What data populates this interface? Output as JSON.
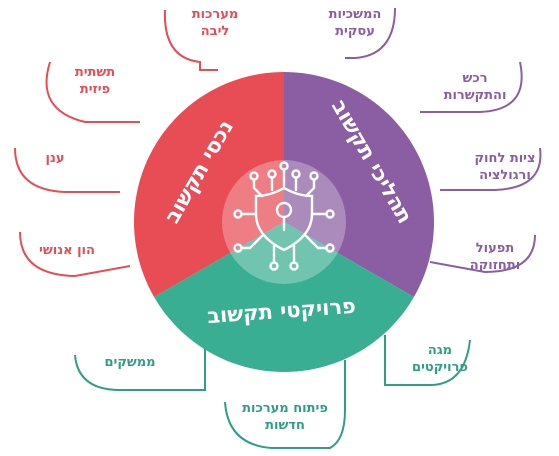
{
  "colors": {
    "red": "#e84c55",
    "purple": "#8b5ea3",
    "teal": "#3aae92",
    "line_red": "#e84c55",
    "line_purple": "#8b5ea3",
    "line_teal": "#2f9e82"
  },
  "segments": {
    "assets": "נכסי תקשוב",
    "managers": "תהליכי תקשוב",
    "projects": "פרויקטי תקשוב"
  },
  "center": {
    "icon": "shield-circuit-icon"
  },
  "items": {
    "core_systems": "מערכות\nליבה",
    "physical_infra": "תשתית\nפיזית",
    "cloud": "ענן",
    "human_capital": "הון אנושי",
    "business_continuity": "המשכיות\nעסקית",
    "procurement": "רכש\nוהתקשרות",
    "compliance": "ציות לחוק\nורגולציה",
    "operations": "תפעול\nותחזוקה",
    "interfaces": "ממשקים",
    "new_systems": "פיתוח מערכות\nחדשות",
    "mega_projects": "מגה\nפרויקטים"
  }
}
